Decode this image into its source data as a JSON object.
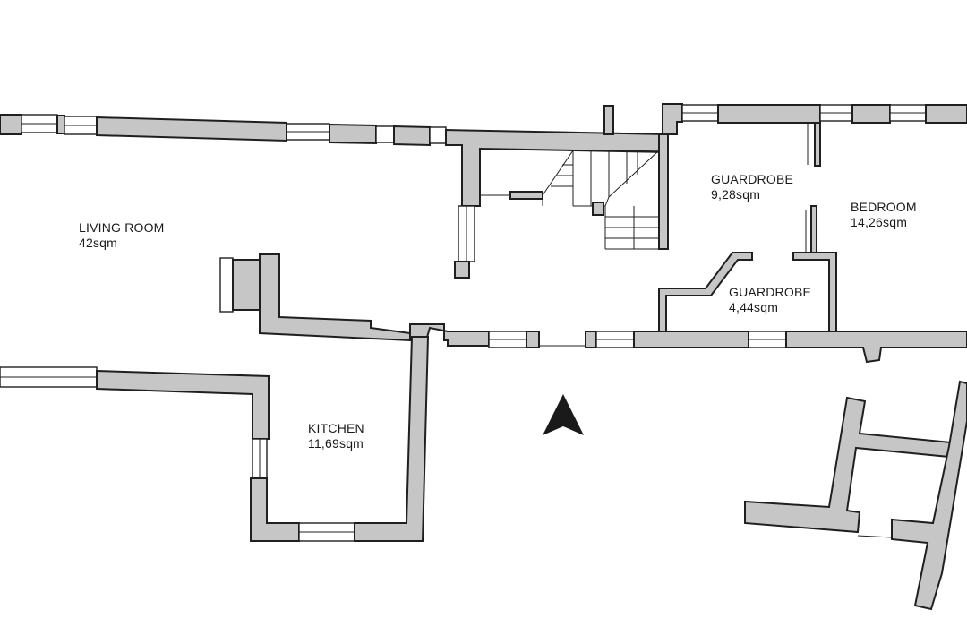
{
  "rooms": {
    "living_room": {
      "name": "LIVING ROOM",
      "area": "42sqm"
    },
    "guardrobe_1": {
      "name": "GUARDROBE",
      "area": "9,28sqm"
    },
    "bedroom": {
      "name": "BEDROOM",
      "area": "14,26sqm"
    },
    "guardrobe_2": {
      "name": "GUARDROBE",
      "area": "4,44sqm"
    },
    "kitchen": {
      "name": "KITCHEN",
      "area": "11,69sqm"
    }
  },
  "north_arrow": {
    "icon": "north-arrow-icon",
    "color": "#1a1a1a"
  },
  "colors": {
    "wall_fill": "#c6c6c6",
    "wall_stroke": "#1f1f1f",
    "background": "#ffffff"
  }
}
